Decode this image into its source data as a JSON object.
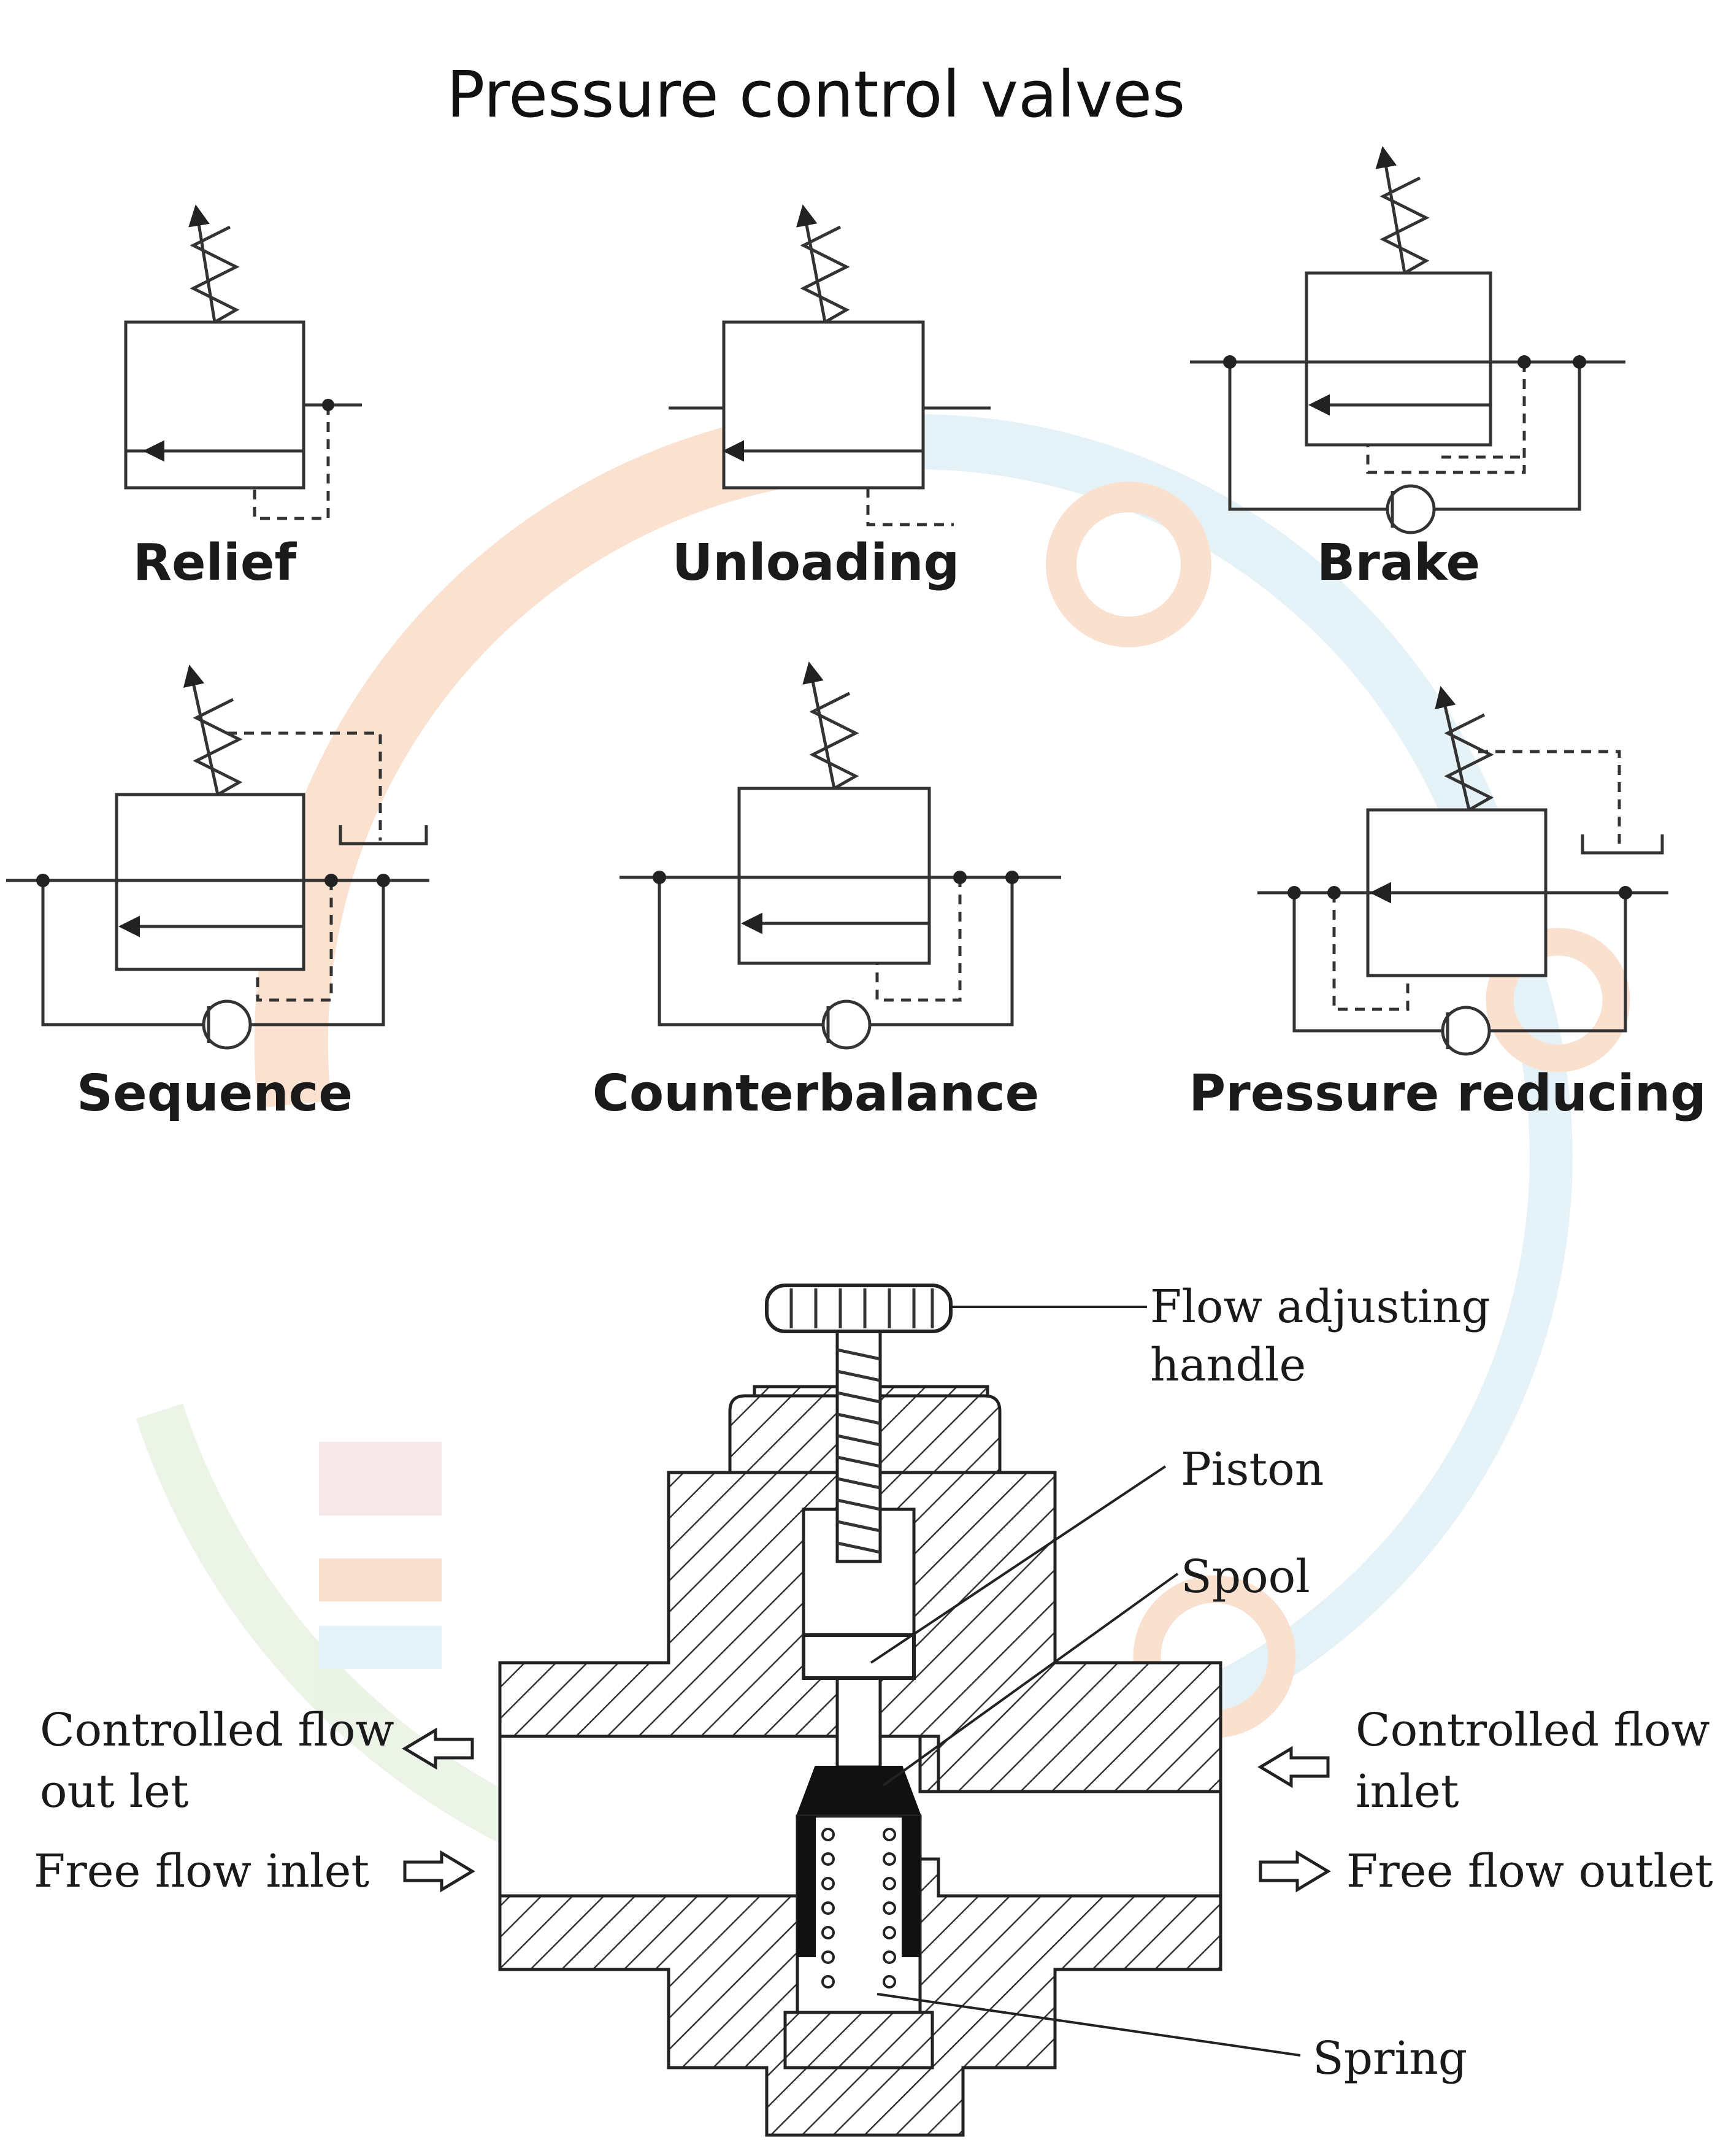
{
  "title": "Pressure control valves",
  "symbols": [
    {
      "id": "relief",
      "label": "Relief"
    },
    {
      "id": "unloading",
      "label": "Unloading"
    },
    {
      "id": "brake",
      "label": "Brake"
    },
    {
      "id": "sequence",
      "label": "Sequence"
    },
    {
      "id": "counterbalance",
      "label": "Counterbalance"
    },
    {
      "id": "pressure-reducing",
      "label": "Pressure reducing"
    }
  ],
  "cutaway": {
    "labels": {
      "handle_1": "Flow adjusting",
      "handle_2": "handle",
      "piston": "Piston",
      "spool": "Spool",
      "spring": "Spring",
      "controlled_outlet_1": "Controlled flow",
      "controlled_outlet_2": "out let",
      "free_inlet": "Free flow inlet",
      "controlled_inlet_1": "Controlled flow",
      "controlled_inlet_2": "inlet",
      "free_outlet": "Free flow outlet"
    }
  },
  "colors": {
    "ink": "#222222",
    "watermark_orange": "#f7c9a8",
    "watermark_blue": "#cfe8f3",
    "watermark_green": "#dcebd3"
  }
}
